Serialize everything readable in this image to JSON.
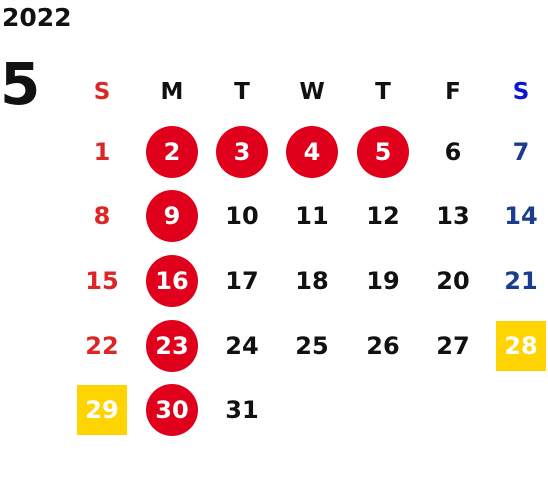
{
  "year": "2022",
  "month": "5",
  "colors": {
    "sunday": "#dd2525",
    "saturday": "#1a3d8f",
    "saturday_header": "#0a14d6",
    "weekday": "#111111",
    "holiday_bg": "#e0001b",
    "special_bg": "#ffd400"
  },
  "weekdays": [
    "S",
    "M",
    "T",
    "W",
    "T",
    "F",
    "S"
  ],
  "weeks": [
    [
      {
        "day": "1",
        "style": "sunday"
      },
      {
        "day": "2",
        "style": "holiday"
      },
      {
        "day": "3",
        "style": "holiday"
      },
      {
        "day": "4",
        "style": "holiday"
      },
      {
        "day": "5",
        "style": "holiday"
      },
      {
        "day": "6",
        "style": "normal"
      },
      {
        "day": "7",
        "style": "saturday"
      }
    ],
    [
      {
        "day": "8",
        "style": "sunday"
      },
      {
        "day": "9",
        "style": "holiday"
      },
      {
        "day": "10",
        "style": "normal"
      },
      {
        "day": "11",
        "style": "normal"
      },
      {
        "day": "12",
        "style": "normal"
      },
      {
        "day": "13",
        "style": "normal"
      },
      {
        "day": "14",
        "style": "saturday"
      }
    ],
    [
      {
        "day": "15",
        "style": "sunday"
      },
      {
        "day": "16",
        "style": "holiday"
      },
      {
        "day": "17",
        "style": "normal"
      },
      {
        "day": "18",
        "style": "normal"
      },
      {
        "day": "19",
        "style": "normal"
      },
      {
        "day": "20",
        "style": "normal"
      },
      {
        "day": "21",
        "style": "saturday"
      }
    ],
    [
      {
        "day": "22",
        "style": "sunday"
      },
      {
        "day": "23",
        "style": "holiday"
      },
      {
        "day": "24",
        "style": "normal"
      },
      {
        "day": "25",
        "style": "normal"
      },
      {
        "day": "26",
        "style": "normal"
      },
      {
        "day": "27",
        "style": "normal"
      },
      {
        "day": "28",
        "style": "special"
      }
    ],
    [
      {
        "day": "29",
        "style": "special"
      },
      {
        "day": "30",
        "style": "holiday"
      },
      {
        "day": "31",
        "style": "normal"
      }
    ]
  ]
}
